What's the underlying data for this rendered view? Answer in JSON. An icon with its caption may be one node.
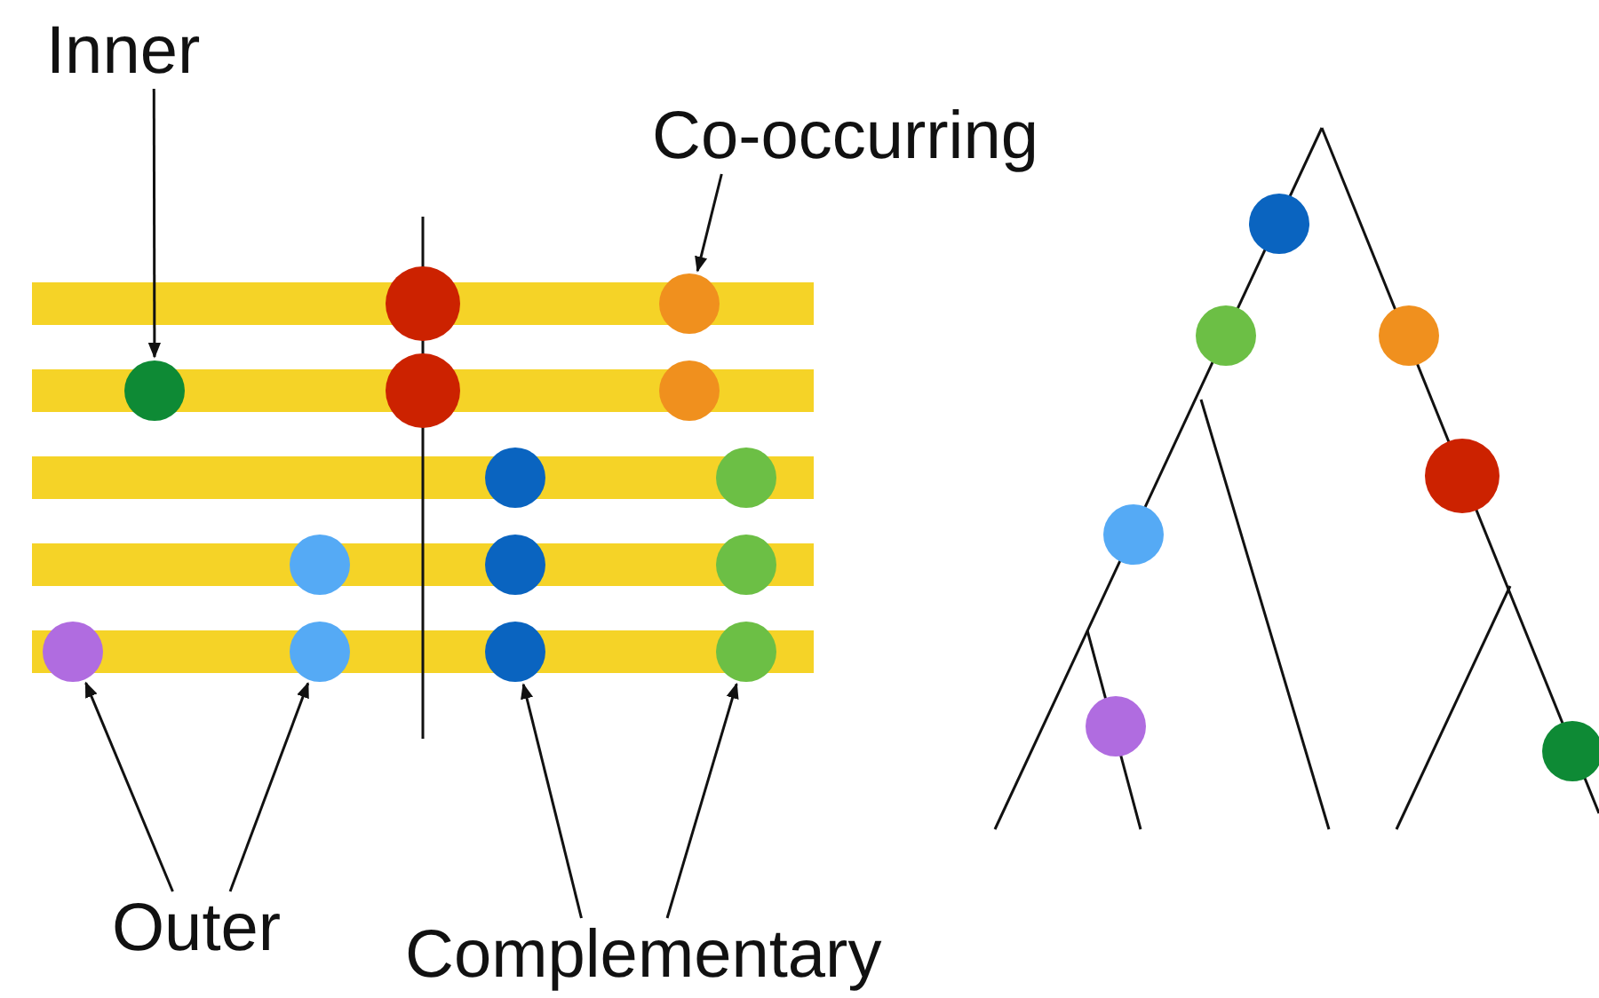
{
  "diagram": {
    "nodes": [
      {
        "text": [
          "Inner"
        ]
      },
      {
        "text": [
          "Co-occurring"
        ]
      },
      {
        "text": [],
        "shape": "circle"
      },
      {
        "text": [],
        "shape": "circle"
      },
      {
        "text": [],
        "shape": "circle"
      },
      {
        "text": [],
        "shape": "circle"
      },
      {
        "text": [],
        "shape": "circle"
      },
      {
        "text": [],
        "shape": "circle"
      },
      {
        "text": [
          "Outer"
        ]
      },
      {
        "text": [
          "Complementary"
        ]
      }
    ],
    "edges": [
      {
        "from": 0,
        "to": 3,
        "arrow": "to"
      },
      {
        "from": 1,
        "to": 2,
        "arrow": "to"
      },
      {
        "from": 8,
        "to": 4,
        "arrow": "to"
      },
      {
        "from": 8,
        "to": 5,
        "arrow": "to"
      },
      {
        "from": 9,
        "to": 6,
        "arrow": "to"
      },
      {
        "from": 9,
        "to": 7,
        "arrow": "to"
      }
    ]
  }
}
